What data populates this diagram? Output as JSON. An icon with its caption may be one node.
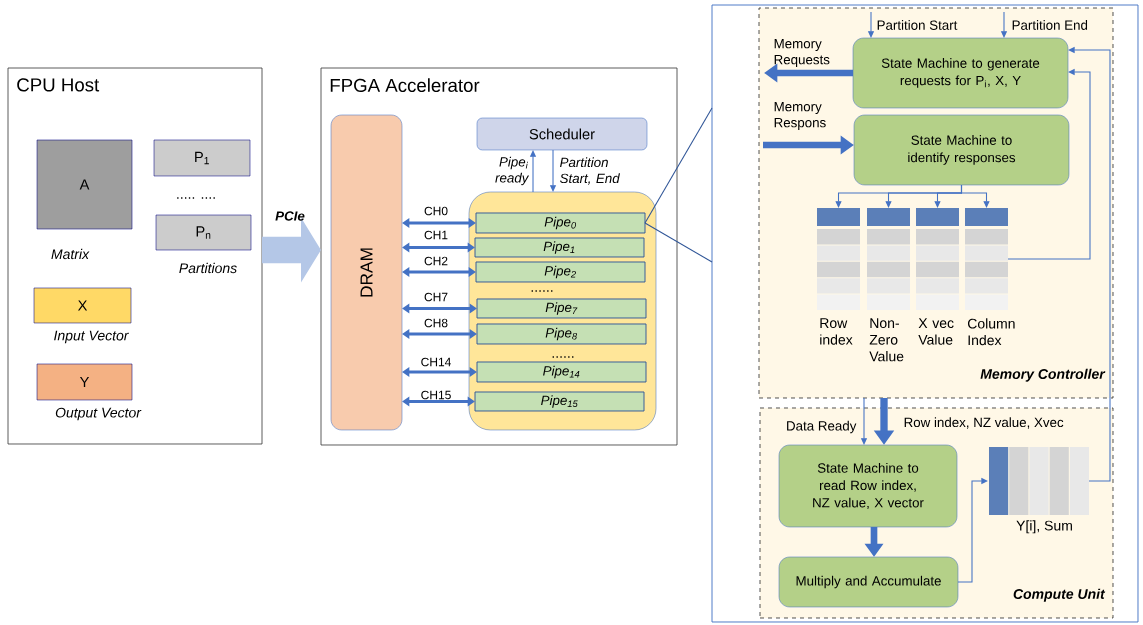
{
  "diagram": {
    "nodes": [
      {
        "text": [
          "CPU Host"
        ]
      },
      {
        "text": [
          "A"
        ],
        "in": 0,
        "beside": [
          "Matrix"
        ]
      },
      {
        "text": [
          "P$_{1}$"
        ],
        "in": 0
      },
      {
        "text": [
          "P$_{n}$"
        ],
        "in": 0,
        "beside": [
          "Partitions"
        ]
      },
      {
        "text": [
          "X"
        ],
        "in": 0,
        "beside": [
          "Input Vector"
        ]
      },
      {
        "text": [
          "Y"
        ],
        "in": 0,
        "beside": [
          "Output Vector"
        ]
      },
      {
        "text": [
          "FPGA Accelerator"
        ]
      },
      {
        "text": [
          "DRAM"
        ],
        "in": 6
      },
      {
        "text": [
          "Scheduler"
        ],
        "in": 6
      },
      {
        "text": [],
        "shape": "box",
        "in": 6
      },
      {
        "text": [
          "Pipe$_{0}$"
        ],
        "in": 9
      },
      {
        "text": [
          "Pipe$_{1}$"
        ],
        "in": 9
      },
      {
        "text": [
          "Pipe$_{2}$"
        ],
        "in": 9
      },
      {
        "text": [
          "Pipe$_{7}$"
        ],
        "in": 9
      },
      {
        "text": [
          "Pipe$_{8}$"
        ],
        "in": 9
      },
      {
        "text": [
          "Pipe$_{14}$"
        ],
        "in": 9
      },
      {
        "text": [
          "Pipe$_{15}$"
        ],
        "in": 9
      },
      {
        "text": [],
        "shape": "box"
      },
      {
        "text": [
          "Memory Controller"
        ],
        "in": 17
      },
      {
        "text": [
          "State Machine to generate requests for P$_{i}$, X, Y"
        ],
        "in": 18
      },
      {
        "text": [
          "State Machine to identify responses"
        ],
        "in": 18
      },
      {
        "text": [
          "Row index"
        ],
        "in": 18
      },
      {
        "text": [
          "Non-Zero Value"
        ],
        "in": 18
      },
      {
        "text": [
          "X vec Value"
        ],
        "in": 18
      },
      {
        "text": [
          "Column Index"
        ],
        "in": 18
      },
      {
        "text": [
          "Compute Unit"
        ],
        "in": 17
      },
      {
        "text": [
          "State Machine to read Row index, NZ value, X vector"
        ],
        "in": 25
      },
      {
        "text": [
          "Multiply and Accumulate"
        ],
        "in": 25
      },
      {
        "text": [
          "Y[i], Sum"
        ],
        "in": 25
      }
    ],
    "edges": [
      {
        "from": 0,
        "to": 6,
        "arrow": "to",
        "label": "PCIe",
        "style": "thick",
        "color": "#b4c7e7"
      },
      {
        "from": 7,
        "to": 10,
        "arrow": "both",
        "label": "CH0",
        "style": "thick"
      },
      {
        "from": 7,
        "to": 11,
        "arrow": "both",
        "label": "CH1",
        "style": "thick"
      },
      {
        "from": 7,
        "to": 12,
        "arrow": "both",
        "label": "CH2",
        "style": "thick"
      },
      {
        "from": 7,
        "to": 13,
        "arrow": "both",
        "label": "CH7",
        "style": "thick"
      },
      {
        "from": 7,
        "to": 14,
        "arrow": "both",
        "label": "CH8",
        "style": "thick"
      },
      {
        "from": 7,
        "to": 15,
        "arrow": "both",
        "label": "CH14",
        "style": "thick"
      },
      {
        "from": 7,
        "to": 16,
        "arrow": "both",
        "label": "CH15",
        "style": "thick"
      },
      {
        "from": 9,
        "to": 8,
        "arrow": "to",
        "label": "Pipe$_{i}$ ready"
      },
      {
        "from": 8,
        "to": 9,
        "arrow": "to",
        "label": "Partition Start, End"
      },
      {
        "from": 10,
        "to": 17,
        "arrow": "none"
      },
      {
        "from": 10,
        "to": 17,
        "arrow": "none"
      },
      {
        "from": null,
        "to": 19,
        "arrow": "to",
        "label": "Partition Start"
      },
      {
        "from": null,
        "to": 19,
        "arrow": "to",
        "label": "Partition End"
      },
      {
        "from": 19,
        "to": null,
        "arrow": "to",
        "label": "Memory Requests",
        "style": "thick"
      },
      {
        "from": null,
        "to": 20,
        "arrow": "to",
        "label": "Memory Respons",
        "style": "thick"
      },
      {
        "from": 20,
        "to": 21,
        "arrow": "to"
      },
      {
        "from": 20,
        "to": 22,
        "arrow": "to"
      },
      {
        "from": 20,
        "to": 23,
        "arrow": "to"
      },
      {
        "from": 20,
        "to": 24,
        "arrow": "to"
      },
      {
        "from": 24,
        "to": 19,
        "arrow": "to"
      },
      {
        "from": 28,
        "to": 19,
        "arrow": "to"
      },
      {
        "from": 18,
        "to": 26,
        "arrow": "to",
        "label": "Data Ready"
      },
      {
        "from": 18,
        "to": 26,
        "arrow": "to",
        "label": "Row index, NZ value, Xvec",
        "style": "thick"
      },
      {
        "from": 26,
        "to": 27,
        "arrow": "to",
        "style": "thick"
      },
      {
        "from": 27,
        "to": 28,
        "arrow": "to"
      }
    ],
    "labels": [
      "..... ....",
      "......",
      "......"
    ]
  }
}
